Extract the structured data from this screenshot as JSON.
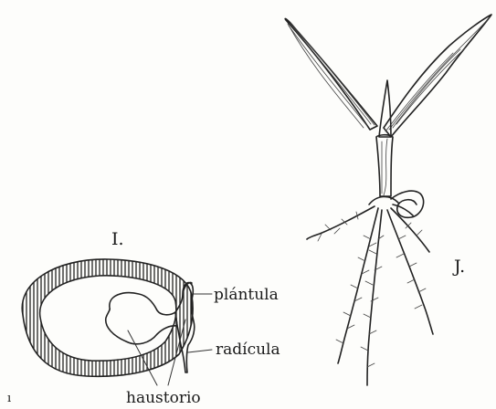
{
  "figure_i": {
    "panel_label": "I.",
    "labels": {
      "plantula": "plántula",
      "radicula": "radícula",
      "haustorio": "haustorio"
    }
  },
  "figure_j": {
    "panel_label": "J."
  },
  "corner_mark": "ı"
}
